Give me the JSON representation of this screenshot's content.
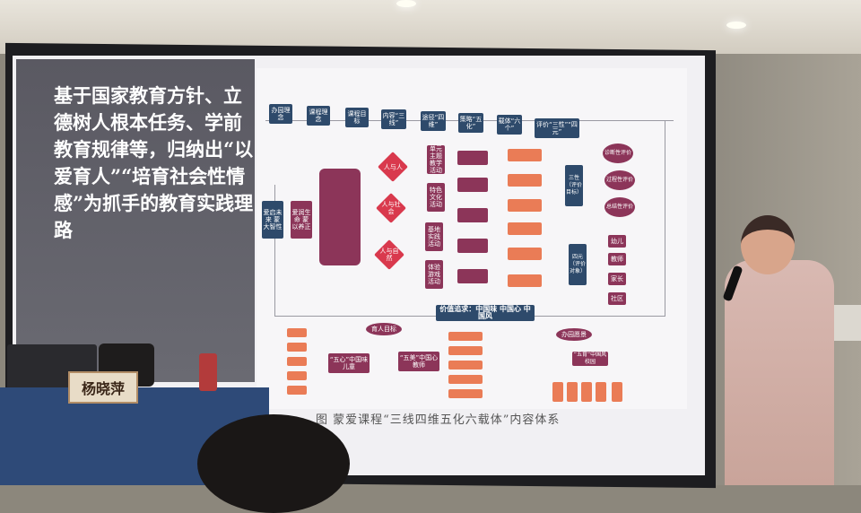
{
  "slide": {
    "left_text": "基于国家教育方针、立德树人根本任务、学前教育规律等，归纳出“以爱育人”“培育社会性情感”为抓手的教育实践理路",
    "caption": "图  蒙爱课程“三线四维五化六载体”内容体系",
    "top_row": [
      "办园理念",
      "课程理念",
      "课程目标",
      "内容“三线”",
      "途径“四维”",
      "策略“五化”",
      "载体“六个”",
      "评价“三性”“四元”"
    ],
    "left_boxes": [
      "爱启未来 蒙大智性",
      "爱润生命 蒙以养正"
    ],
    "diamonds": [
      "人与人",
      "人与社会",
      "人与自然"
    ],
    "activities": [
      "单元主题教学活动",
      "特色文化活动",
      "基地实践活动",
      "体验游戏活动"
    ],
    "evaluation_goals": "三性（评价目标）",
    "evaluation_subjects": "四元（评价对象）",
    "evaluations": [
      "诊断性评价",
      "过程性评价",
      "总结性评价"
    ],
    "subjects": [
      "幼儿",
      "教师",
      "家长",
      "社区"
    ],
    "value": "价值追求：中国味  中国心  中国风",
    "goal_label": "育人目标",
    "vision_label": "办园愿景",
    "child": "“五心”中国味儿童",
    "teacher": "“五美”中国心教师",
    "school": "“五育”中国风校园"
  },
  "nameplate": "杨晓萍"
}
